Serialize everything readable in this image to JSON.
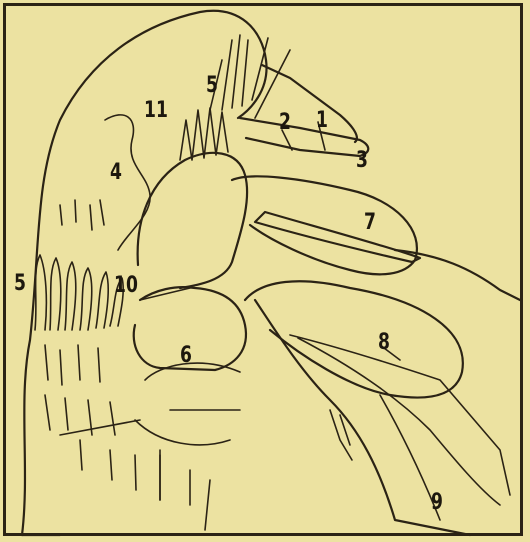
{
  "labels": {
    "l1": "1",
    "l2": "2",
    "l3": "3",
    "l4": "4",
    "l5_top": "5",
    "l5_left": "5",
    "l6": "6",
    "l7": "7",
    "l8": "8",
    "l9": "9",
    "l10": "10",
    "l11": "11"
  },
  "colors": {
    "background": "#ece2a1",
    "ink": "#2b2315"
  }
}
